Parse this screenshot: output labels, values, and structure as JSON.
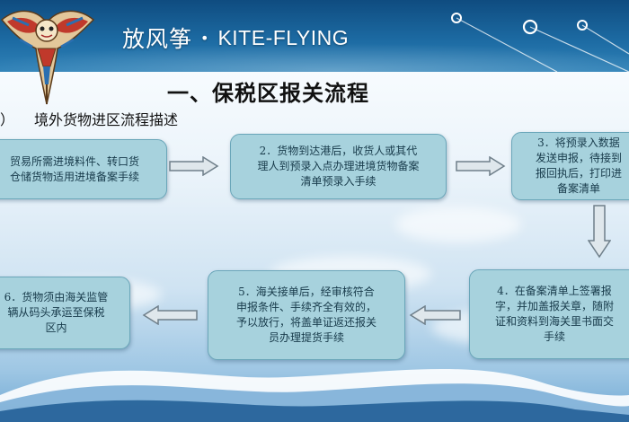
{
  "banner": {
    "title_zh": "放风筝",
    "title_dot": "•",
    "title_en": "KITE-FLYING"
  },
  "page": {
    "heading": "一、保税区报关流程",
    "subheading_paren": "）",
    "subheading_text": "境外货物进区流程描述"
  },
  "steps": [
    {
      "text": "贸易所需进境料件、转口货\n仓储货物适用进境备案手续"
    },
    {
      "text": "2．货物到达港后，收货人或其代\n理人到预录入点办理进境货物备案\n清单预录入手续"
    },
    {
      "text": "3．将预录入数据\n发送申报，待接到\n报回执后，打印进\n备案清单"
    },
    {
      "text": "4．在备案清单上签署报\n字，并加盖报关章，随附\n证和资料到海关里书面交\n手续"
    },
    {
      "text": "5．海关接单后，经审核符合\n申报条件、手续齐全有效的，\n予以放行，将盖单证返还报关\n员办理提货手续"
    },
    {
      "text": "6．货物须由海关监管\n辆从码头承运至保税\n区内"
    }
  ],
  "colors": {
    "banner": "#1c6aa2",
    "box_fill": "#a7d2dd",
    "box_border": "#6aa6b9",
    "arrow_fill": "#dfe7ec",
    "arrow_stroke": "#6f7f8a"
  },
  "icons": [
    "kite-icon",
    "arrow-right-icon",
    "arrow-down-icon",
    "arrow-left-icon"
  ]
}
